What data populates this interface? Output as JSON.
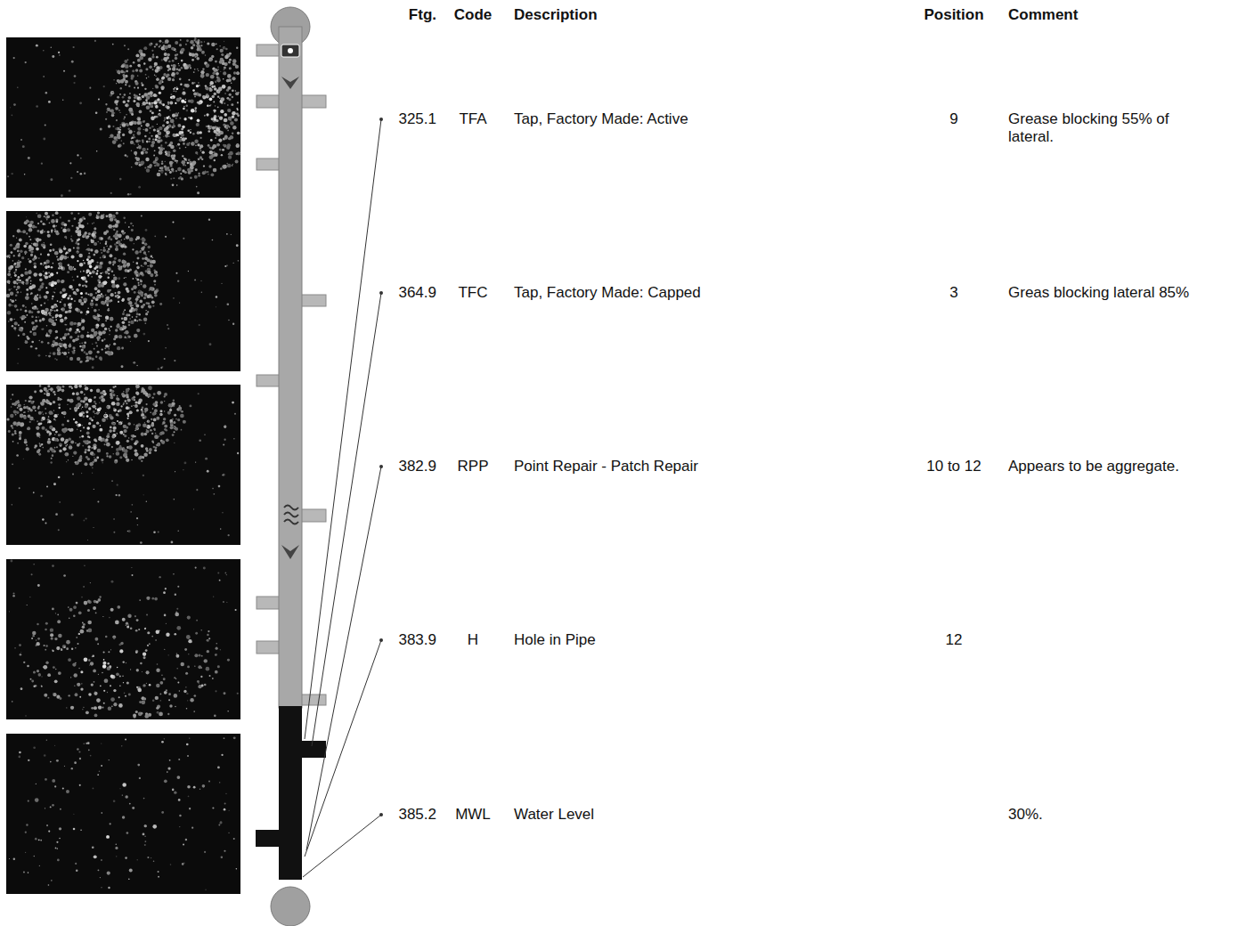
{
  "diagram": {
    "labels": [
      "Ftg.",
      "Code",
      "Description",
      "Position",
      "Comment",
      "325.1",
      "TFA",
      "Tap, Factory Made: Active",
      "9",
      "Grease blocking 55% of lateral.",
      "364.9",
      "TFC",
      "Tap, Factory Made: Capped",
      "3",
      "Greas blocking lateral 85%",
      "382.9",
      "RPP",
      "Point Repair - Patch Repair",
      "10 to 12",
      "Appears to be aggregate.",
      "383.9",
      "H",
      "Hole in Pipe",
      "12",
      "385.2",
      "MWL",
      "Water Level",
      "30%."
    ]
  }
}
